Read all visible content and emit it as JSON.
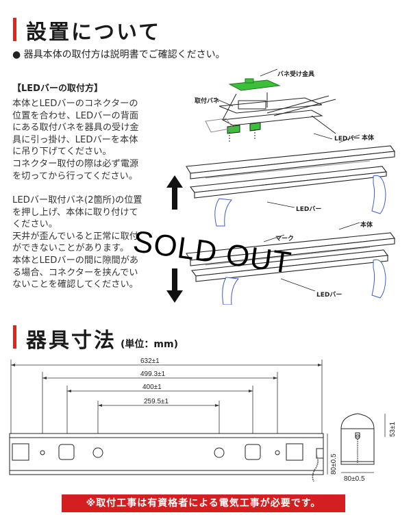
{
  "section1": {
    "title": "設置について",
    "note": "● 器具本体の取付方は説明書でご確認ください。",
    "subheading": "【LEDバーの取付方】",
    "paragraph1": "本体とLEDバーのコネクターの\n位置を合わせ、LEDバーの背面\nにある取付バネを器具の受け金\n具に引っ掛け、LEDバーを本体\nに吊り下げてください。\nコネクター取付の際は必ず電源\nを切ってから行ってください。",
    "paragraph2": "LEDバー取付バネ(2箇所)の位置\nを押し上げ、本体に取り付けて\nください。\n天井が歪んでいると正常に取付\nができないことがあります。\n本体とLEDバーの間に隙間があ\nる場合、コネクターを挟んでい\nないことを確認してください。",
    "labels": {
      "bracket": "バネ受け金具",
      "spring": "取付バネ",
      "ledbar_a": "LEDバー",
      "body_a": "本体",
      "ledbar_b": "LEDバー",
      "mark": "マーク",
      "body_b": "本体",
      "ledbar_c": "LEDバー"
    },
    "stamp": "SOLD OUT"
  },
  "section2": {
    "title": "器具寸法",
    "unit": "(単位：mm)",
    "dims": {
      "overall": "632±1",
      "outer_holes": "499.3±1",
      "mid_holes": "400±1",
      "inner_holes": "259.5±1",
      "height_side": "80±0.5",
      "profile_height": "53±1",
      "profile_width": "80±0.5"
    }
  },
  "footer": "※取付工事は有資格者による電気工事が必要です。",
  "colors": {
    "accent": "#e0261c",
    "footer_bg": "#d31f1f",
    "green": "#3cc03c"
  }
}
